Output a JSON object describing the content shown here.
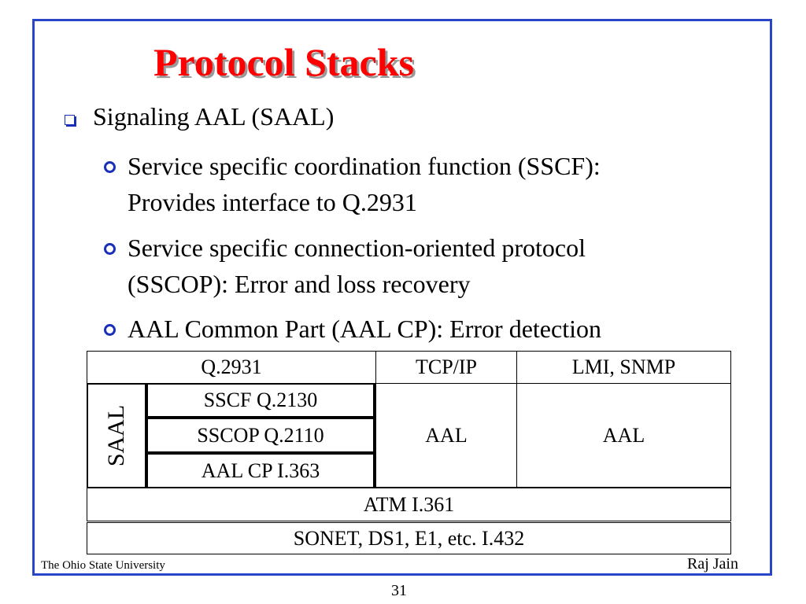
{
  "slide": {
    "title": "Protocol Stacks",
    "bullets": {
      "main": "Signaling AAL (SAAL)",
      "sub1_line1": "Service specific coordination function (SSCF):",
      "sub1_line2": "Provides interface to Q.2931",
      "sub2_line1": "Service specific connection-oriented protocol",
      "sub2_line2": "(SSCOP): Error and loss recovery",
      "sub3_line1": "AAL Common Part (AAL CP): Error detection"
    },
    "diagram": {
      "q2931": "Q.2931",
      "tcpip": "TCP/IP",
      "lmi_snmp": "LMI, SNMP",
      "saal": "SAAL",
      "sscf": "SSCF Q.2130",
      "sscop": "SSCOP Q.2110",
      "aalcp": "AAL CP I.363",
      "aal_mid": "AAL",
      "aal_right": "AAL",
      "atm": "ATM I.361",
      "sonet": "SONET, DS1, E1, etc. I.432"
    },
    "footer": {
      "left": "The Ohio State University",
      "right": "Raj Jain",
      "page": "31"
    },
    "colors": {
      "title": "#ff0000",
      "frame": "#2a45c8",
      "bullet": "#1a2fb8"
    }
  }
}
